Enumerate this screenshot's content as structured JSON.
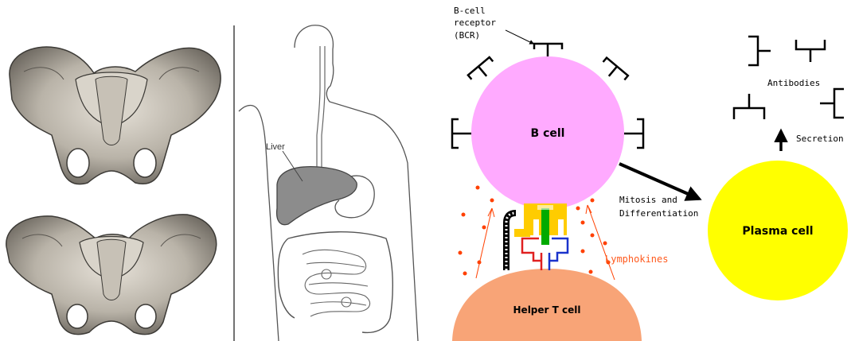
{
  "anatomy_panel": {
    "organ_label": "Liver"
  },
  "immunology_panel": {
    "receptor_label_line1": "B-cell",
    "receptor_label_line2": "receptor",
    "receptor_label_line3": "(BCR)",
    "b_cell_label": "B cell",
    "antibodies_label": "Antibodies",
    "secretion_label": "Secretion",
    "mitosis_label_line1": "Mitosis and",
    "mitosis_label_line2": "Differentiation",
    "plasma_cell_label": "Plasma cell",
    "lymphokines_label": "Lymphokines",
    "helper_t_label": "Helper T cell",
    "colors": {
      "b_cell": "#ffaaff",
      "plasma_cell": "#ffff00",
      "helper_t_cell": "#f8a477",
      "lymphokine_dots": "#ff4000",
      "lymphokine_label": "#ff5a1e",
      "mhc": "#ffcc00",
      "antigen": "#00aa00",
      "tcr_red": "#e02020",
      "tcr_blue": "#1a33cc"
    }
  }
}
